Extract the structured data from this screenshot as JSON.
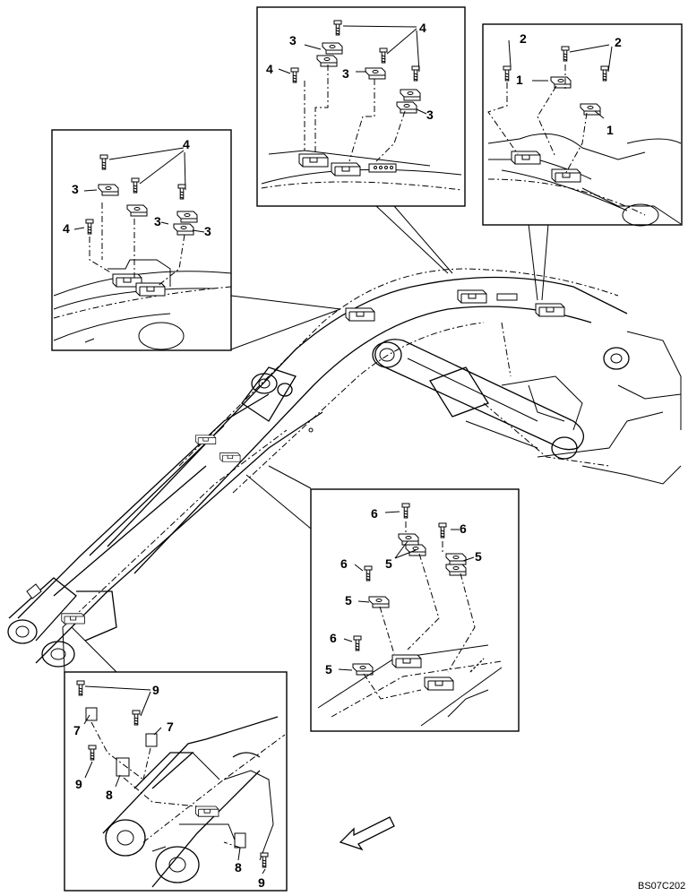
{
  "drawing_code": "BS07C202",
  "labels": {
    "p1": "1",
    "p2": "2",
    "p3": "3",
    "p4": "4",
    "p5": "5",
    "p6": "6",
    "p7": "7",
    "p8": "8",
    "p9": "9"
  }
}
